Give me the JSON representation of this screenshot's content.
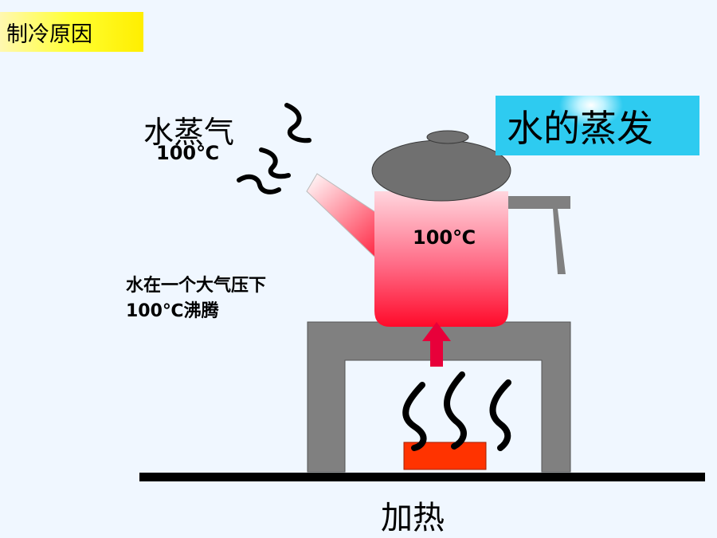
{
  "header": {
    "title": "制冷原因"
  },
  "labels": {
    "steam": "水蒸气",
    "steam_temp": "100℃",
    "kettle_temp": "100℃",
    "boil_line1": "水在一个大气压下",
    "boil_line2": "100℃沸腾",
    "evaporation": "水的蒸发",
    "heating": "加热"
  },
  "colors": {
    "background": "#f0f7ff",
    "stand": "#808080",
    "lid": "#707070",
    "flame": "#ff3300",
    "water_top": "#ffd0d8",
    "water_bottom": "#ff1030",
    "arrow": "#e8003a",
    "evap_box": "#2ecbf0",
    "title_box": "#ffff33"
  }
}
